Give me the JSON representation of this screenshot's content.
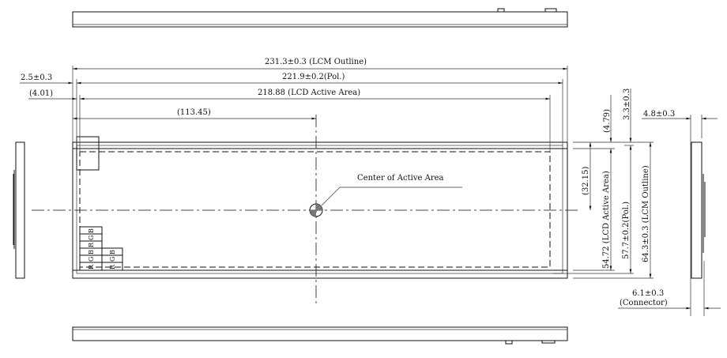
{
  "title": "LCM outline drawing",
  "dimensions": {
    "lcm_outline_width": "231.3±0.3 (LCM Outline)",
    "pol_width": "221.9±0.2(Pol.)",
    "active_width": "218.88 (LCD Active Area)",
    "center_x": "(113.45)",
    "left_offset_outline": "2.5±0.3",
    "left_offset_active": "(4.01)",
    "top_offset_active": "(4.79)",
    "top_offset_pol": "3.3±0.3",
    "center_y": "(32.15)",
    "active_height": "54.72 (LCD Active Area)",
    "pol_height": "57.7±0.2(Pol.)",
    "lcm_outline_height": "64.3±0.3 (LCM Outline)",
    "thickness": "4.8±0.3",
    "connector_thickness": "6.1±0.3",
    "connector_label": "(Connector)"
  },
  "annotations": {
    "center_label": "Center of Active Area"
  },
  "pixel_layout": {
    "row1": [
      "R",
      "G",
      "B",
      "R",
      "G",
      "B"
    ],
    "row2": [
      "R",
      "G",
      "B"
    ]
  }
}
